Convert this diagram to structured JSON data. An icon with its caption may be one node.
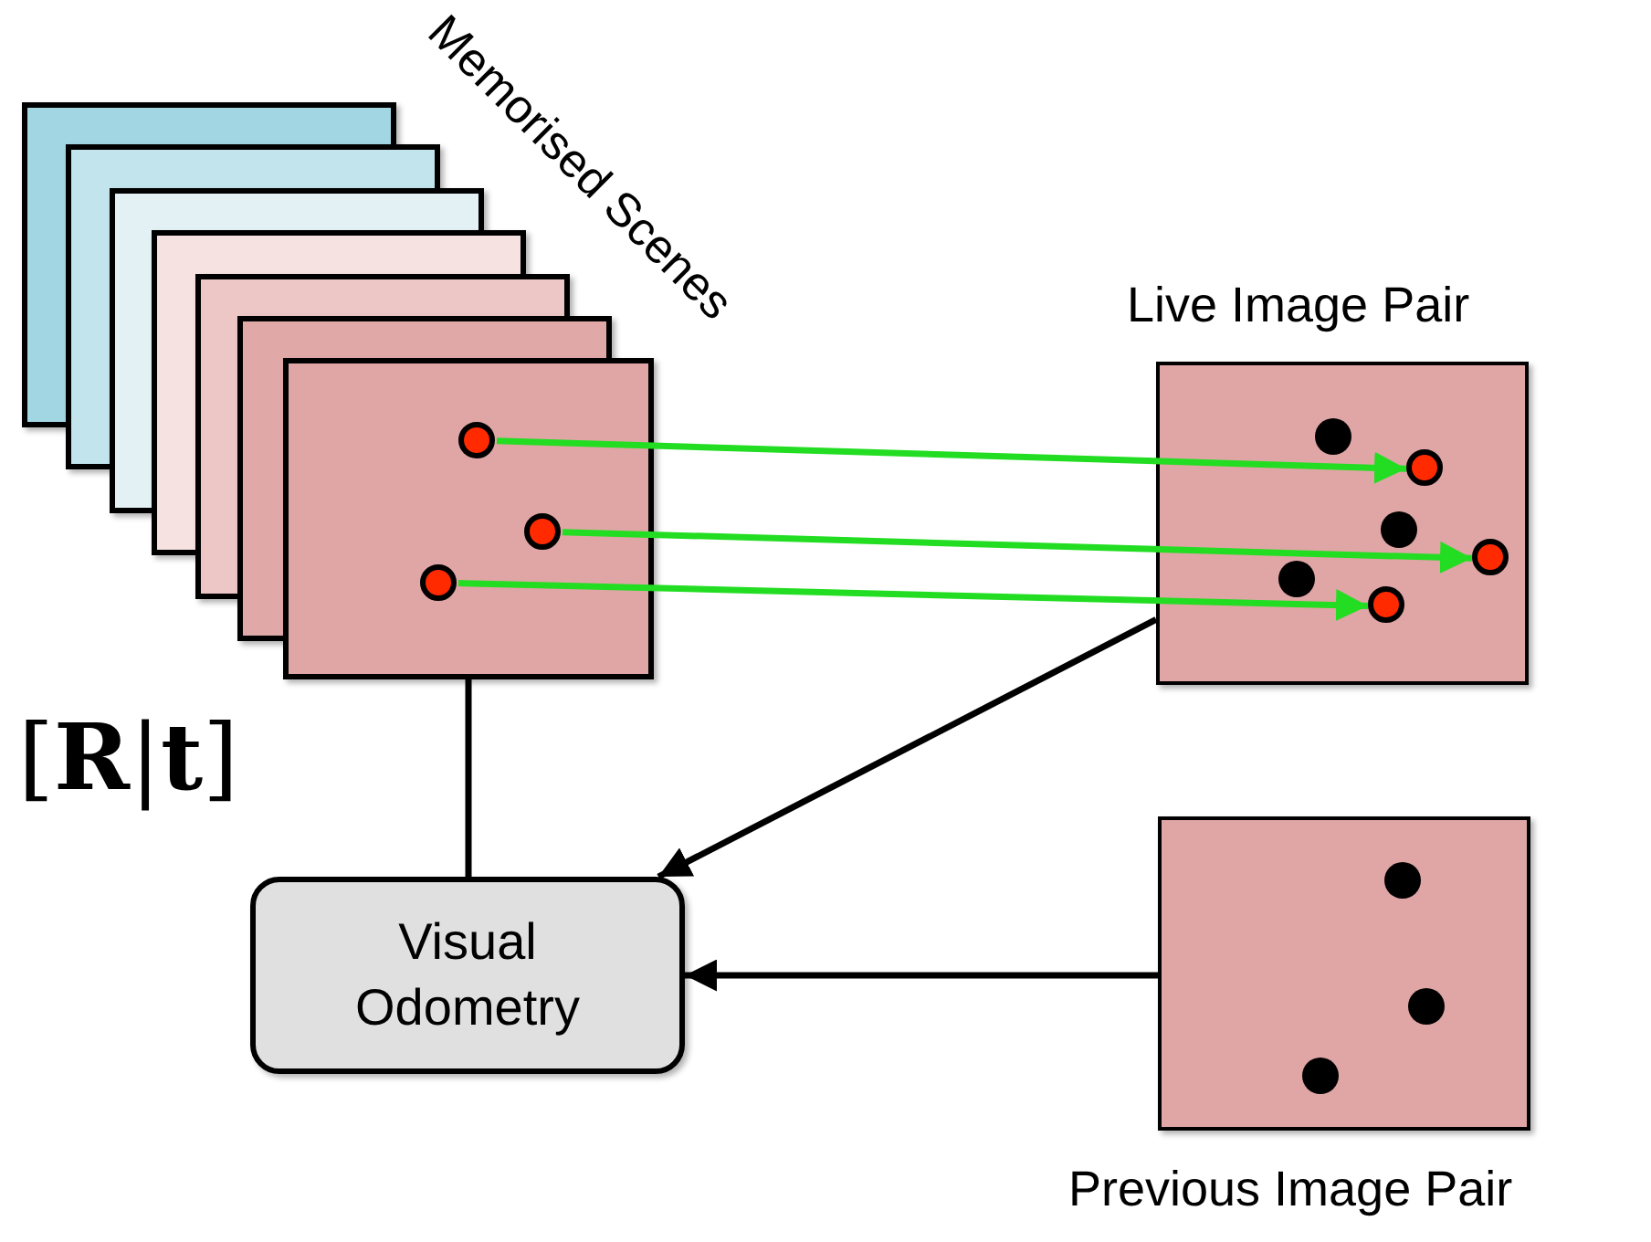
{
  "diagram": {
    "nodes": [
      {
        "text": [
          "Memorised Scenes"
        ]
      },
      {
        "text": [],
        "shape": "circle",
        "in": 0
      },
      {
        "text": [],
        "shape": "circle",
        "in": 0
      },
      {
        "text": [],
        "shape": "circle",
        "in": 0
      },
      {
        "text": [
          "Live Image Pair"
        ]
      },
      {
        "text": [],
        "shape": "circle",
        "in": 4
      },
      {
        "text": [],
        "shape": "circle",
        "in": 4
      },
      {
        "text": [],
        "shape": "circle",
        "in": 4
      },
      {
        "text": [
          "Previous Image Pair"
        ]
      },
      {
        "text": [
          "Visual Odometry"
        ]
      }
    ],
    "edges": [
      {
        "from": 1,
        "to": 5,
        "arrow": "to",
        "color": "#22dd22"
      },
      {
        "from": 2,
        "to": 6,
        "arrow": "to",
        "color": "#22dd22"
      },
      {
        "from": 3,
        "to": 7,
        "arrow": "to",
        "color": "#22dd22"
      },
      {
        "from": 0,
        "to": 9,
        "arrow": "none",
        "color": "#000000"
      },
      {
        "from": 4,
        "to": 9,
        "arrow": "to",
        "color": "#000000"
      },
      {
        "from": 8,
        "to": 9,
        "arrow": "to",
        "color": "#000000"
      }
    ],
    "labels": [
      "[**R**|**t**]"
    ]
  }
}
